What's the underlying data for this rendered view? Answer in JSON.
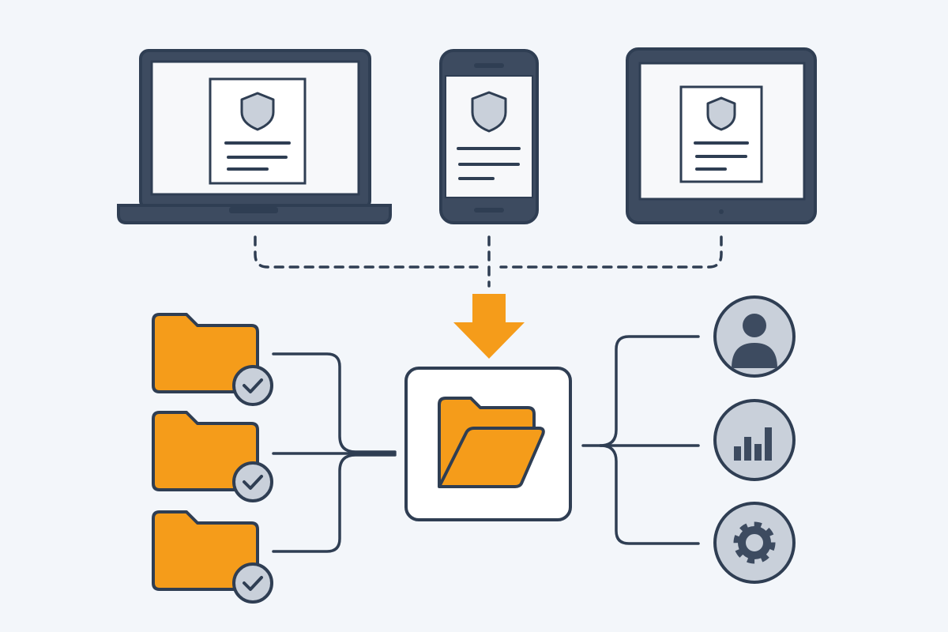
{
  "colors": {
    "background": "#f3f6fa",
    "stroke": "#2f3e53",
    "device_body": "#3d4b60",
    "screen": "#f7f8fa",
    "shield_fill": "#c9d0da",
    "folder_orange": "#f59c1a",
    "arrow_orange": "#f59c1a",
    "circle_fill": "#c9d0da",
    "card_fill": "#ffffff"
  },
  "nodes": {
    "devices": [
      {
        "type": "laptop",
        "icon": "shield-document-icon"
      },
      {
        "type": "phone",
        "icon": "shield-document-icon"
      },
      {
        "type": "tablet",
        "icon": "shield-document-icon"
      }
    ],
    "source_folders": [
      {
        "icon": "folder-icon",
        "badge": "check-circle-icon"
      },
      {
        "icon": "folder-icon",
        "badge": "check-circle-icon"
      },
      {
        "icon": "folder-icon",
        "badge": "check-circle-icon"
      }
    ],
    "central_hub": {
      "icon": "open-folder-icon"
    },
    "outputs": [
      {
        "icon": "user-icon"
      },
      {
        "icon": "bar-chart-icon"
      },
      {
        "icon": "gear-icon"
      }
    ]
  }
}
